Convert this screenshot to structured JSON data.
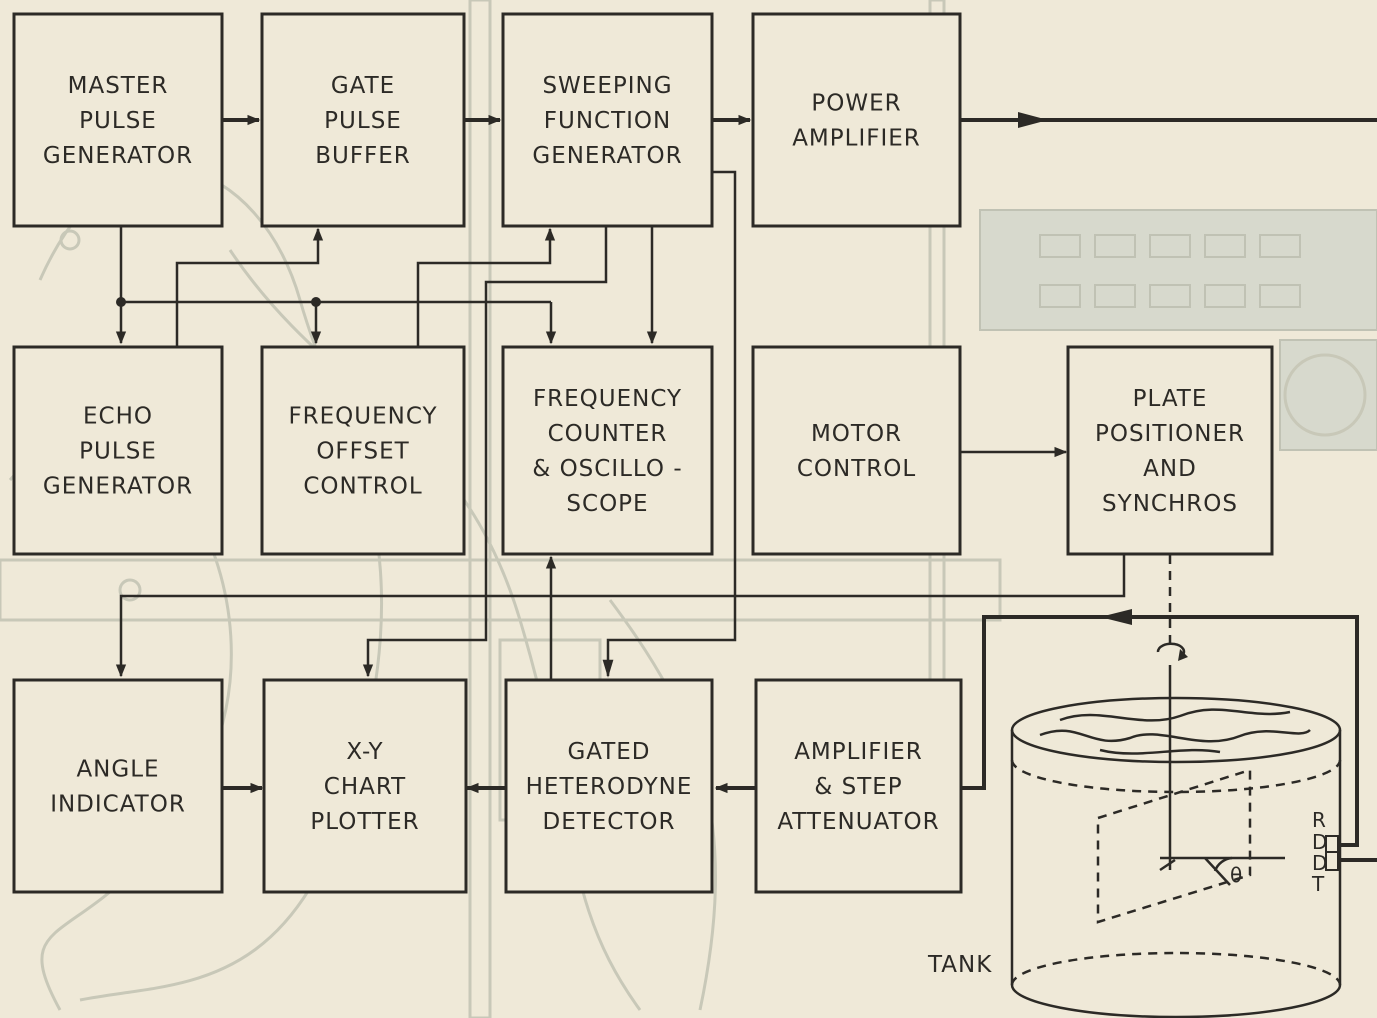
{
  "blocks": {
    "master_pulse_generator": [
      "MASTER",
      "PULSE",
      "GENERATOR"
    ],
    "gate_pulse_buffer": [
      "GATE",
      "PULSE",
      "BUFFER"
    ],
    "sweeping_function_generator": [
      "SWEEPING",
      "FUNCTION",
      "GENERATOR"
    ],
    "power_amplifier": [
      "POWER",
      "AMPLIFIER"
    ],
    "echo_pulse_generator": [
      "ECHO",
      "PULSE",
      "GENERATOR"
    ],
    "frequency_offset_control": [
      "FREQUENCY",
      "OFFSET",
      "CONTROL"
    ],
    "frequency_counter_oscilloscope": [
      "FREQUENCY",
      "COUNTER",
      "& OSCILLO -",
      "SCOPE"
    ],
    "motor_control": [
      "MOTOR",
      "CONTROL"
    ],
    "plate_positioner_synchros": [
      "PLATE",
      "POSITIONER",
      "AND",
      "SYNCHROS"
    ],
    "angle_indicator": [
      "ANGLE",
      "INDICATOR"
    ],
    "xy_chart_plotter": [
      "X-Y",
      "CHART",
      "PLOTTER"
    ],
    "gated_heterodyne_detector": [
      "GATED",
      "HETERODYNE",
      "DETECTOR"
    ],
    "amplifier_step_attenuator": [
      "AMPLIFIER",
      "&  STEP",
      "ATTENUATOR"
    ]
  },
  "tank": {
    "label": "TANK",
    "transducer_letters": [
      "R",
      "D",
      "D",
      "T"
    ],
    "angle_symbol": "θ"
  },
  "colors": {
    "background": "#efe9d8",
    "ink": "#2c2a26",
    "photo_ghost": "#c8c8b8"
  }
}
